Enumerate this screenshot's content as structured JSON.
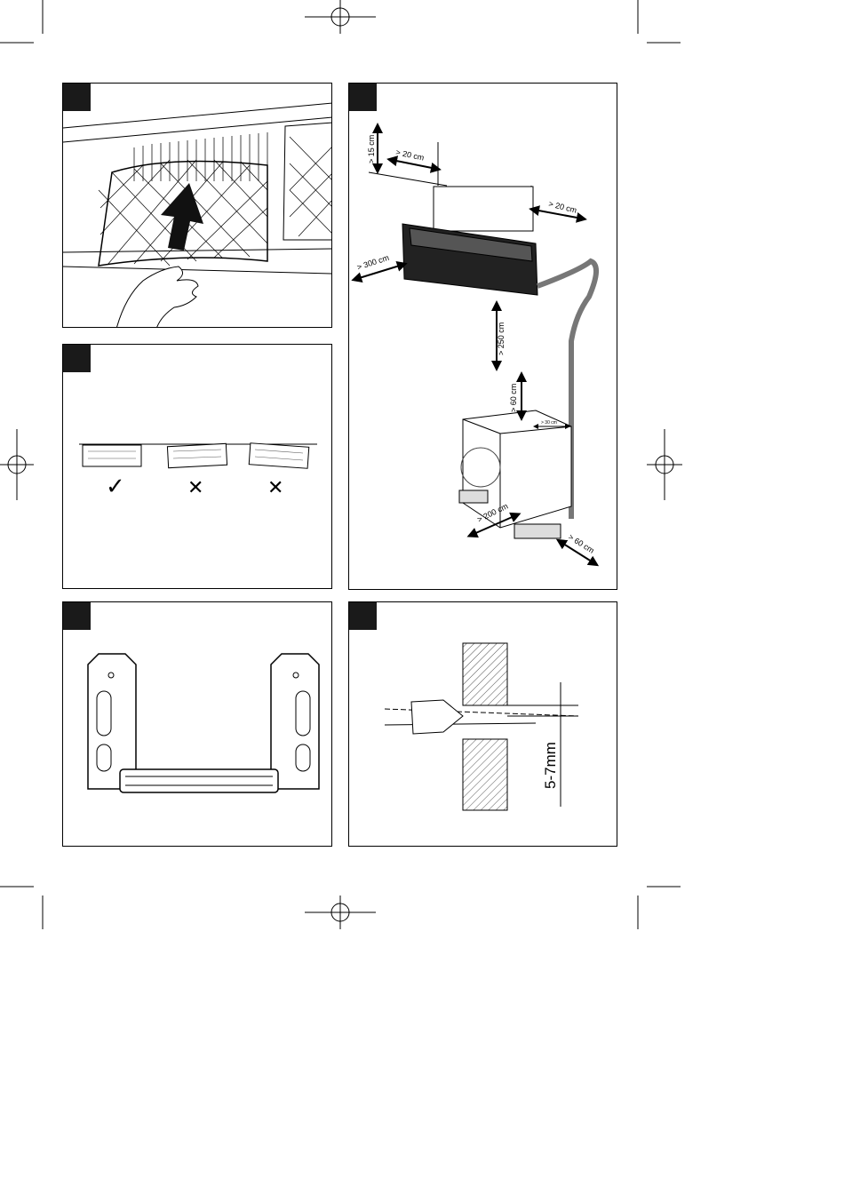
{
  "panels": {
    "filter": {
      "badge_icon": "number-badge"
    },
    "level": {
      "badge_icon": "number-badge",
      "marks": [
        "✓",
        "✕",
        "✕"
      ]
    },
    "bracket": {
      "badge_icon": "number-badge"
    },
    "clearance": {
      "badge_icon": "number-badge",
      "dims": {
        "top": "> 15 cm",
        "left_top": "> 20 cm",
        "right_top": "> 20 cm",
        "front": "> 300 cm",
        "below": "> 250 cm",
        "outdoor_top": "> 60 cm",
        "outdoor_side": "> 30 cm",
        "outdoor_front": "> 200 cm",
        "outdoor_rear": "> 60 cm"
      }
    },
    "drill": {
      "badge_icon": "number-badge",
      "slope_label": "5-7mm"
    }
  },
  "colors": {
    "line": "#000000",
    "badge": "#1a1a1a",
    "hatch": "#555555",
    "unit_dark": "#222222"
  }
}
